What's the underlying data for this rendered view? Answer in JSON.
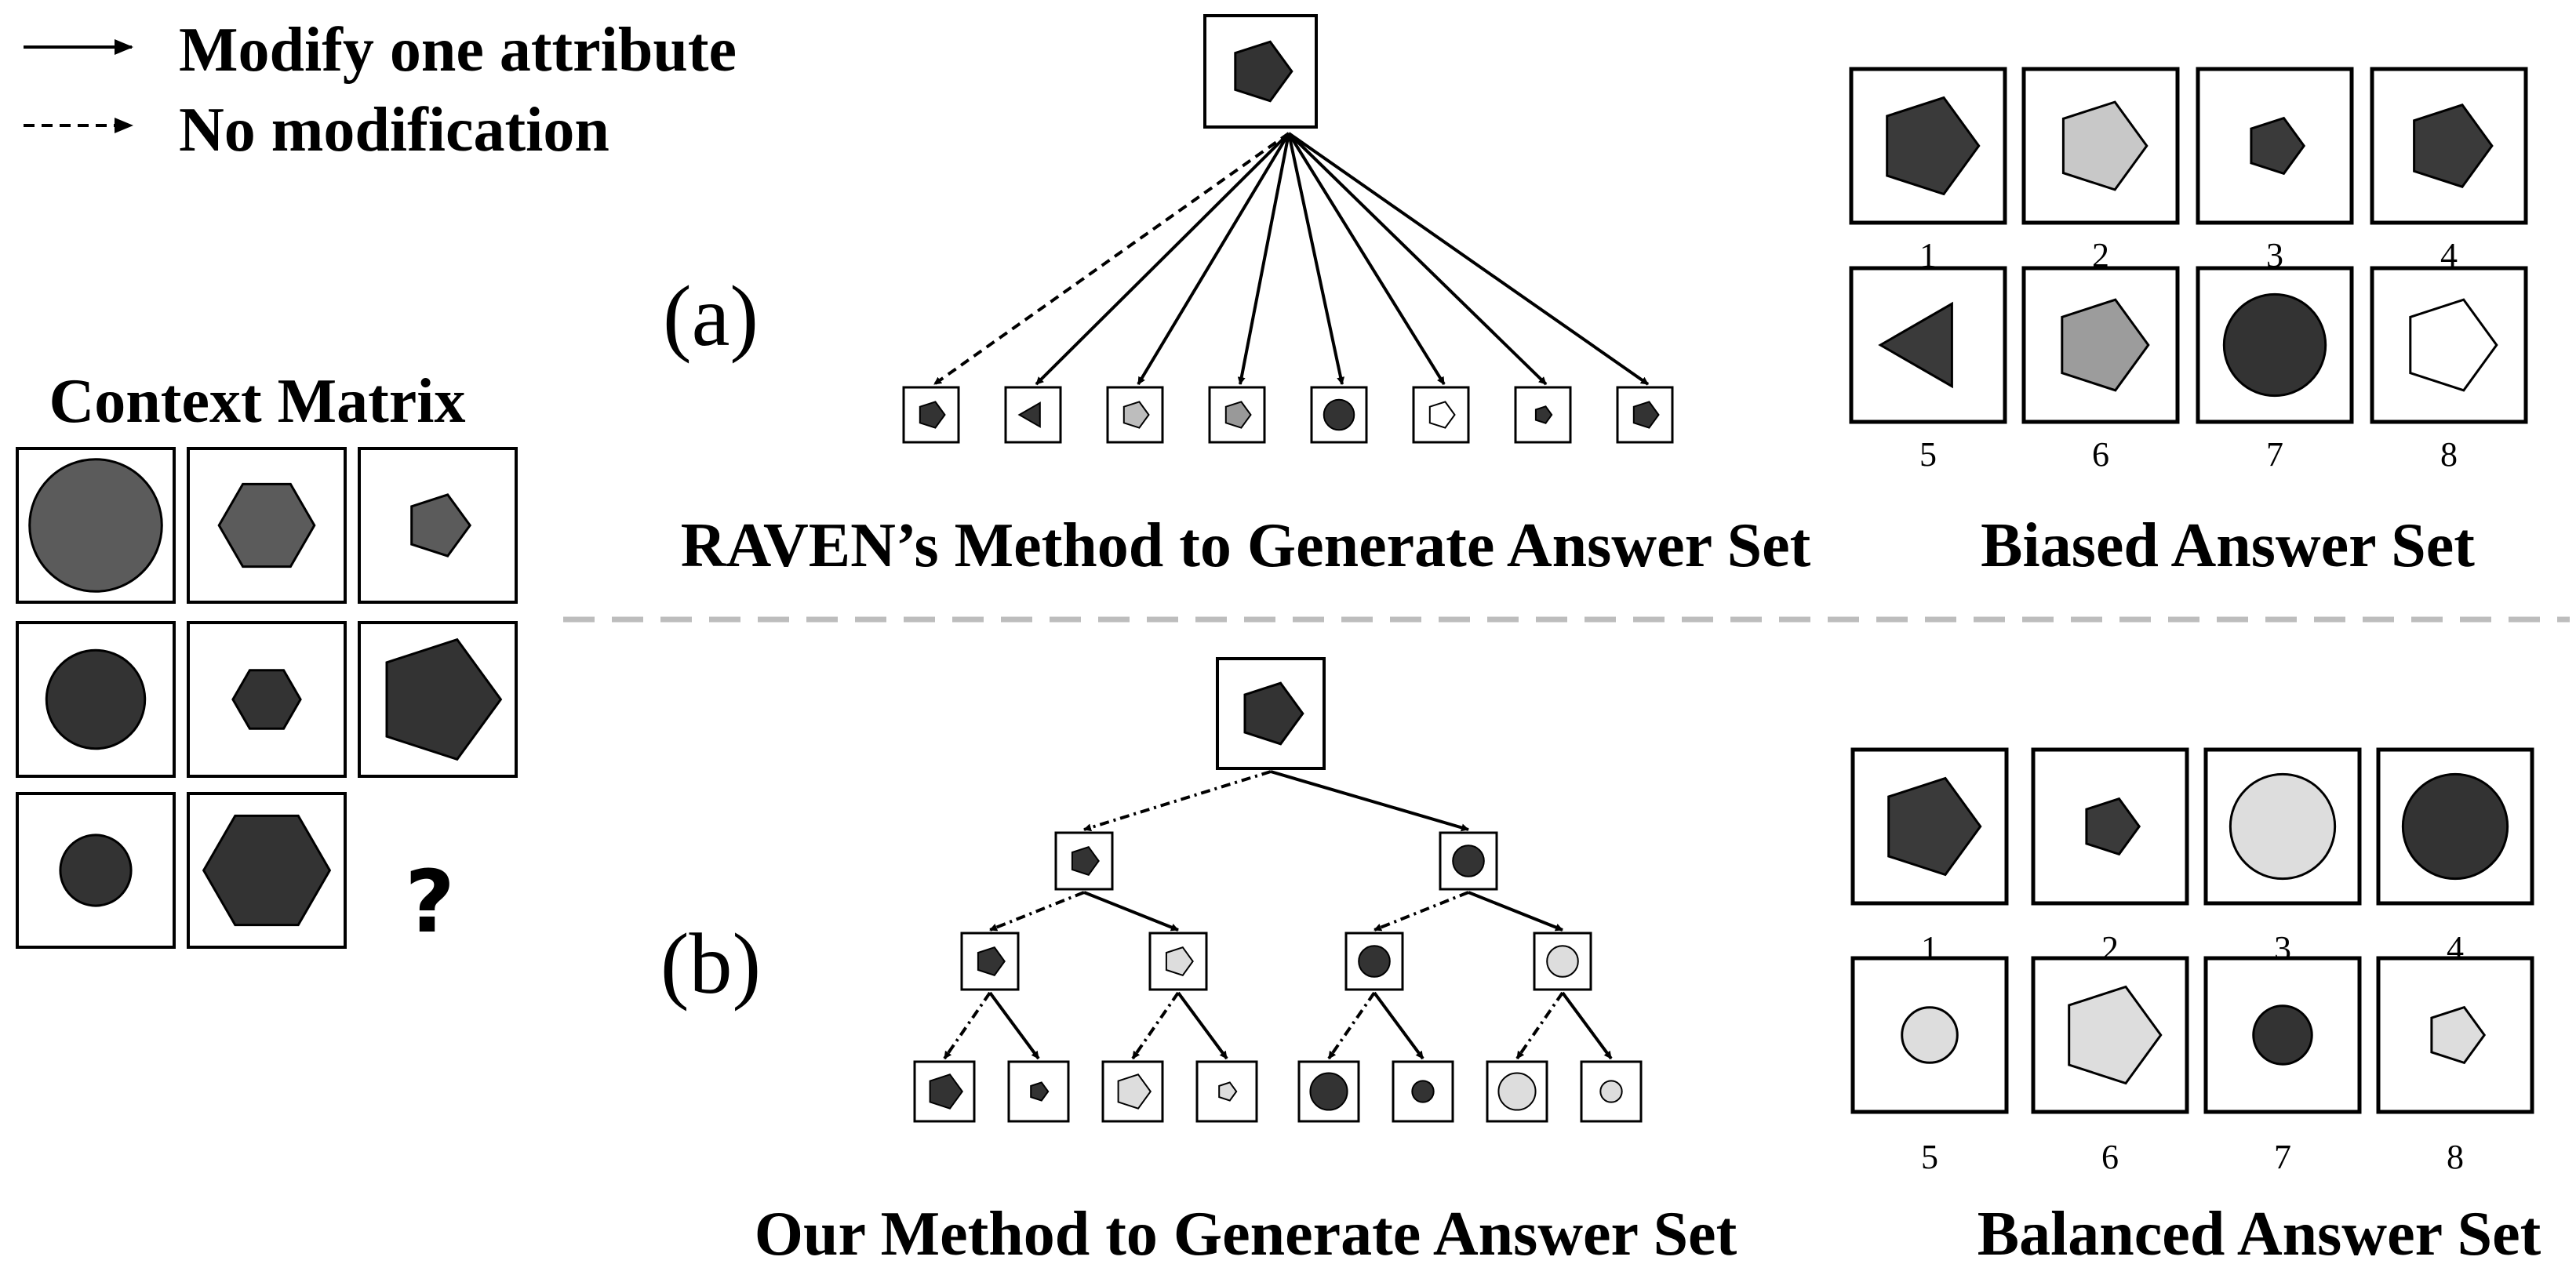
{
  "legend": {
    "solid_label": "Modify one attribute",
    "dashed_label": "No modification"
  },
  "context_matrix": {
    "title": "Context Matrix",
    "missing_symbol": "?",
    "cells": [
      {
        "shape": "circle",
        "fill": "#5b5b5b",
        "scale": 0.86
      },
      {
        "shape": "hexagon",
        "fill": "#5b5b5b",
        "scale": 0.62
      },
      {
        "shape": "pentagon",
        "fill": "#5b5b5b",
        "scale": 0.42
      },
      {
        "shape": "circle",
        "fill": "#333333",
        "scale": 0.64
      },
      {
        "shape": "hexagon",
        "fill": "#333333",
        "scale": 0.44
      },
      {
        "shape": "pentagon",
        "fill": "#333333",
        "scale": 0.82
      },
      {
        "shape": "circle",
        "fill": "#333333",
        "scale": 0.46
      },
      {
        "shape": "hexagon",
        "fill": "#333333",
        "scale": 0.82
      }
    ]
  },
  "panel_a": {
    "label": "(a)",
    "caption": "RAVEN’s Method to Generate Answer Set",
    "root": {
      "shape": "pentagon",
      "fill": "#333333",
      "scale": 0.56
    },
    "children": [
      {
        "shape": "pentagon",
        "fill": "#333333",
        "scale": 0.5,
        "arrow": "dashed"
      },
      {
        "shape": "triangle",
        "fill": "#333333",
        "scale": 0.5,
        "arrow": "solid"
      },
      {
        "shape": "pentagon",
        "fill": "#bdbdbd",
        "scale": 0.5,
        "arrow": "solid"
      },
      {
        "shape": "pentagon",
        "fill": "#999999",
        "scale": 0.5,
        "arrow": "solid"
      },
      {
        "shape": "circle",
        "fill": "#333333",
        "scale": 0.55,
        "arrow": "solid"
      },
      {
        "shape": "pentagon",
        "fill": "#ffffff",
        "scale": 0.5,
        "arrow": "solid"
      },
      {
        "shape": "pentagon",
        "fill": "#333333",
        "scale": 0.32,
        "arrow": "solid"
      },
      {
        "shape": "pentagon",
        "fill": "#333333",
        "scale": 0.5,
        "arrow": "solid"
      }
    ]
  },
  "biased_set": {
    "title": "Biased Answer Set",
    "answers": [
      {
        "number": "1",
        "shape": "pentagon",
        "fill": "#3a3a3a",
        "scale": 0.66
      },
      {
        "number": "2",
        "shape": "pentagon",
        "fill": "#c8c8c8",
        "scale": 0.6
      },
      {
        "number": "3",
        "shape": "pentagon",
        "fill": "#3a3a3a",
        "scale": 0.38
      },
      {
        "number": "4",
        "shape": "pentagon",
        "fill": "#3a3a3a",
        "scale": 0.56
      },
      {
        "number": "5",
        "shape": "triangle",
        "fill": "#3a3a3a",
        "scale": 0.62
      },
      {
        "number": "6",
        "shape": "pentagon",
        "fill": "#9c9c9c",
        "scale": 0.62
      },
      {
        "number": "7",
        "shape": "circle",
        "fill": "#333333",
        "scale": 0.66
      },
      {
        "number": "8",
        "shape": "pentagon",
        "fill": "#ffffff",
        "scale": 0.62
      }
    ]
  },
  "panel_b": {
    "label": "(b)",
    "caption": "Our Method to Generate Answer Set",
    "root": {
      "shape": "pentagon",
      "fill": "#333333",
      "scale": 0.6
    },
    "level1": [
      {
        "shape": "pentagon",
        "fill": "#333333",
        "scale": 0.52,
        "arrow": "dashdot"
      },
      {
        "shape": "circle",
        "fill": "#333333",
        "scale": 0.55,
        "arrow": "solid"
      }
    ],
    "level2": [
      {
        "shape": "pentagon",
        "fill": "#333333",
        "scale": 0.52,
        "arrow": "dashdot"
      },
      {
        "shape": "pentagon",
        "fill": "#dddddd",
        "scale": 0.52,
        "arrow": "solid"
      },
      {
        "shape": "circle",
        "fill": "#333333",
        "scale": 0.55,
        "arrow": "dashdot"
      },
      {
        "shape": "circle",
        "fill": "#dddddd",
        "scale": 0.55,
        "arrow": "solid"
      }
    ],
    "level3": [
      {
        "shape": "pentagon",
        "fill": "#333333",
        "scale": 0.6,
        "arrow": "dashdot"
      },
      {
        "shape": "pentagon",
        "fill": "#333333",
        "scale": 0.32,
        "arrow": "solid"
      },
      {
        "shape": "pentagon",
        "fill": "#dddddd",
        "scale": 0.6,
        "arrow": "dashdot"
      },
      {
        "shape": "pentagon",
        "fill": "#dddddd",
        "scale": 0.32,
        "arrow": "solid"
      },
      {
        "shape": "circle",
        "fill": "#333333",
        "scale": 0.62,
        "arrow": "dashdot"
      },
      {
        "shape": "circle",
        "fill": "#333333",
        "scale": 0.36,
        "arrow": "solid"
      },
      {
        "shape": "circle",
        "fill": "#dddddd",
        "scale": 0.62,
        "arrow": "dashdot"
      },
      {
        "shape": "circle",
        "fill": "#dddddd",
        "scale": 0.36,
        "arrow": "solid"
      }
    ]
  },
  "balanced_set": {
    "title": "Balanced Answer Set",
    "answers": [
      {
        "number": "1",
        "shape": "pentagon",
        "fill": "#3a3a3a",
        "scale": 0.66
      },
      {
        "number": "2",
        "shape": "pentagon",
        "fill": "#3a3a3a",
        "scale": 0.38
      },
      {
        "number": "3",
        "shape": "circle",
        "fill": "#dddddd",
        "scale": 0.68
      },
      {
        "number": "4",
        "shape": "circle",
        "fill": "#333333",
        "scale": 0.68
      },
      {
        "number": "5",
        "shape": "circle",
        "fill": "#dddddd",
        "scale": 0.36
      },
      {
        "number": "6",
        "shape": "pentagon",
        "fill": "#dddddd",
        "scale": 0.66
      },
      {
        "number": "7",
        "shape": "circle",
        "fill": "#333333",
        "scale": 0.38
      },
      {
        "number": "8",
        "shape": "pentagon",
        "fill": "#dddddd",
        "scale": 0.38
      }
    ]
  }
}
